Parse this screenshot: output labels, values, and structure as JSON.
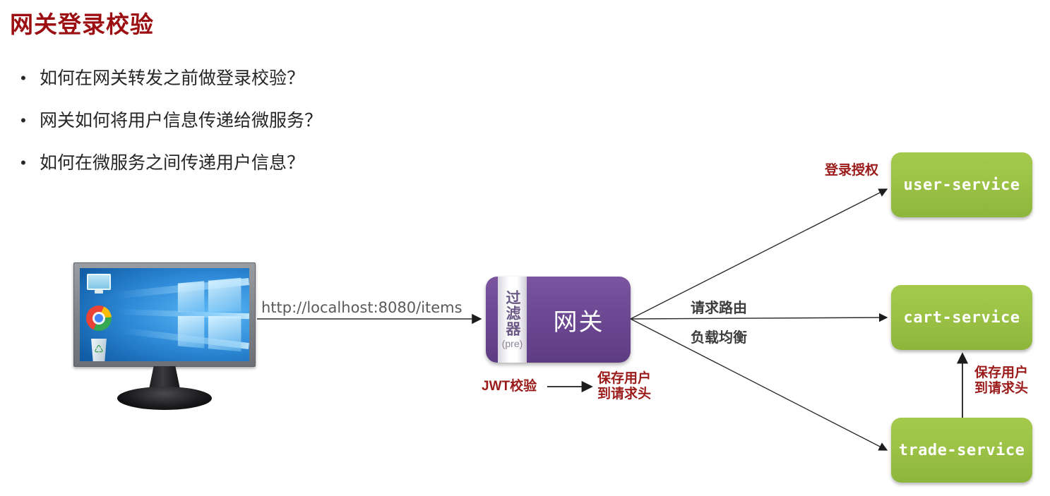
{
  "slide": {
    "title": "网关登录校验",
    "bullets": [
      {
        "marker": "•",
        "text": "如何在网关转发之前做登录校验？"
      },
      {
        "marker": "•",
        "text": "网关如何将用户信息传递给微服务？"
      },
      {
        "marker": "•",
        "text": "如何在微服务之间传递用户信息？"
      }
    ]
  },
  "diagram": {
    "client": {
      "name": "Windows 10 desktop monitor",
      "desktop_icons": [
        "my-computer-icon",
        "chrome-icon",
        "recycle-bin-icon"
      ]
    },
    "request_url": "http://localhost:8080/items",
    "gateway": {
      "filter_label": "过滤器",
      "filter_sub": "(pre)",
      "title": "网关"
    },
    "services": [
      {
        "id": "user",
        "label": "user-service"
      },
      {
        "id": "cart",
        "label": "cart-service"
      },
      {
        "id": "trade",
        "label": "trade-service"
      }
    ],
    "annotations": {
      "login_auth": "登录授权",
      "request_route": "请求路由",
      "load_balance": "负载均衡",
      "jwt_check": "JWT校验",
      "save_user_to_header_line1": "保存用户",
      "save_user_to_header_line2": "到请求头",
      "save_user_to_header_trade_line1": "保存用户",
      "save_user_to_header_trade_line2": "到请求头"
    }
  },
  "colors": {
    "title_red": "#9b0f12",
    "annotation_red": "#9b1b1b",
    "gateway_purple": "#6e4a94",
    "service_green": "#9cc246",
    "text_dark": "#262626",
    "url_gray": "#5a5a5a",
    "background": "#ffffff"
  }
}
